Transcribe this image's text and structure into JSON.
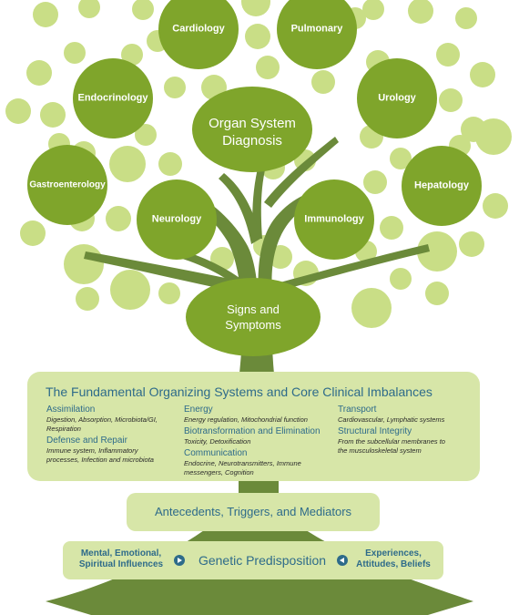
{
  "tree": {
    "top_node": {
      "line1": "Organ System",
      "line2": "Diagnosis"
    },
    "signs_node": {
      "line1": "Signs and",
      "line2": "Symptoms"
    },
    "organ_nodes": [
      "Cardiology",
      "Pulmonary",
      "Endocrinology",
      "Urology",
      "Gastroenterology",
      "Hepatology",
      "Neurology",
      "Immunology"
    ]
  },
  "fundamental": {
    "title": "The Fundamental Organizing Systems and Core Clinical Imbalances",
    "columns": [
      [
        {
          "head": "Assimilation",
          "body": [
            "Digestion, Absorption, Microbiota/GI,",
            "Respiration"
          ]
        },
        {
          "head": "Defense and Repair",
          "body": [
            "Immune system, Inflammatory",
            "processes, Infection and microbiota"
          ]
        }
      ],
      [
        {
          "head": "Energy",
          "body": [
            "Energy regulation, Mitochondrial function"
          ]
        },
        {
          "head": "Biotransformation and Elimination",
          "body": [
            "Toxicity, Detoxification"
          ]
        },
        {
          "head": "Communication",
          "body": [
            "Endocrine, Neurotransmitters, Immune",
            "messengers, Cognition"
          ]
        }
      ],
      [
        {
          "head": "Transport",
          "body": [
            "Cardiovascular, Lymphatic systems"
          ]
        },
        {
          "head": "Structural Integrity",
          "body": [
            "From the subcellular membranes to",
            "the musculoskeletal system"
          ]
        }
      ]
    ]
  },
  "antecedents": {
    "label": "Antecedents, Triggers, and Mediators"
  },
  "genetic_bar": {
    "left_line1": "Mental, Emotional,",
    "left_line2": "Spiritual Influences",
    "center": "Genetic Predisposition",
    "right_line1": "Experiences,",
    "right_line2": "Attitudes, Beliefs"
  },
  "colors": {
    "dark_green": "#7fa52b",
    "mid_green": "#9bbf3a",
    "light_green": "#c5dc7a",
    "panel_green": "#d7e6a8",
    "blue_text": "#2e6b8a",
    "trunk_green": "#6b8a3a"
  }
}
